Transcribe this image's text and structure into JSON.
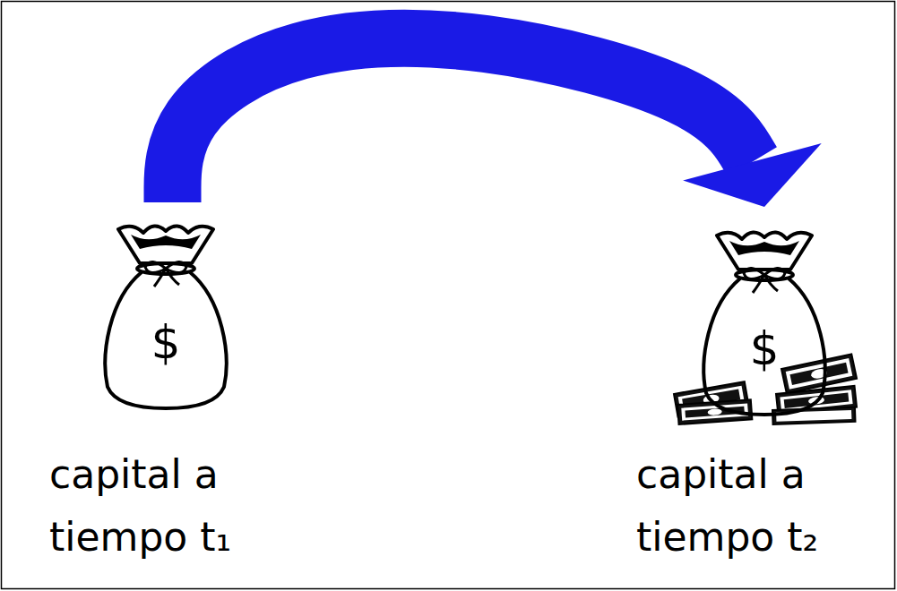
{
  "diagram": {
    "nodes": [
      {
        "text": [
          "$",
          "capital a tiempo t₁"
        ]
      },
      {
        "text": [
          "$",
          "capital a tiempo t₂"
        ]
      }
    ],
    "edges": [
      {
        "from": 0,
        "to": 1,
        "arrow": "to"
      }
    ]
  }
}
